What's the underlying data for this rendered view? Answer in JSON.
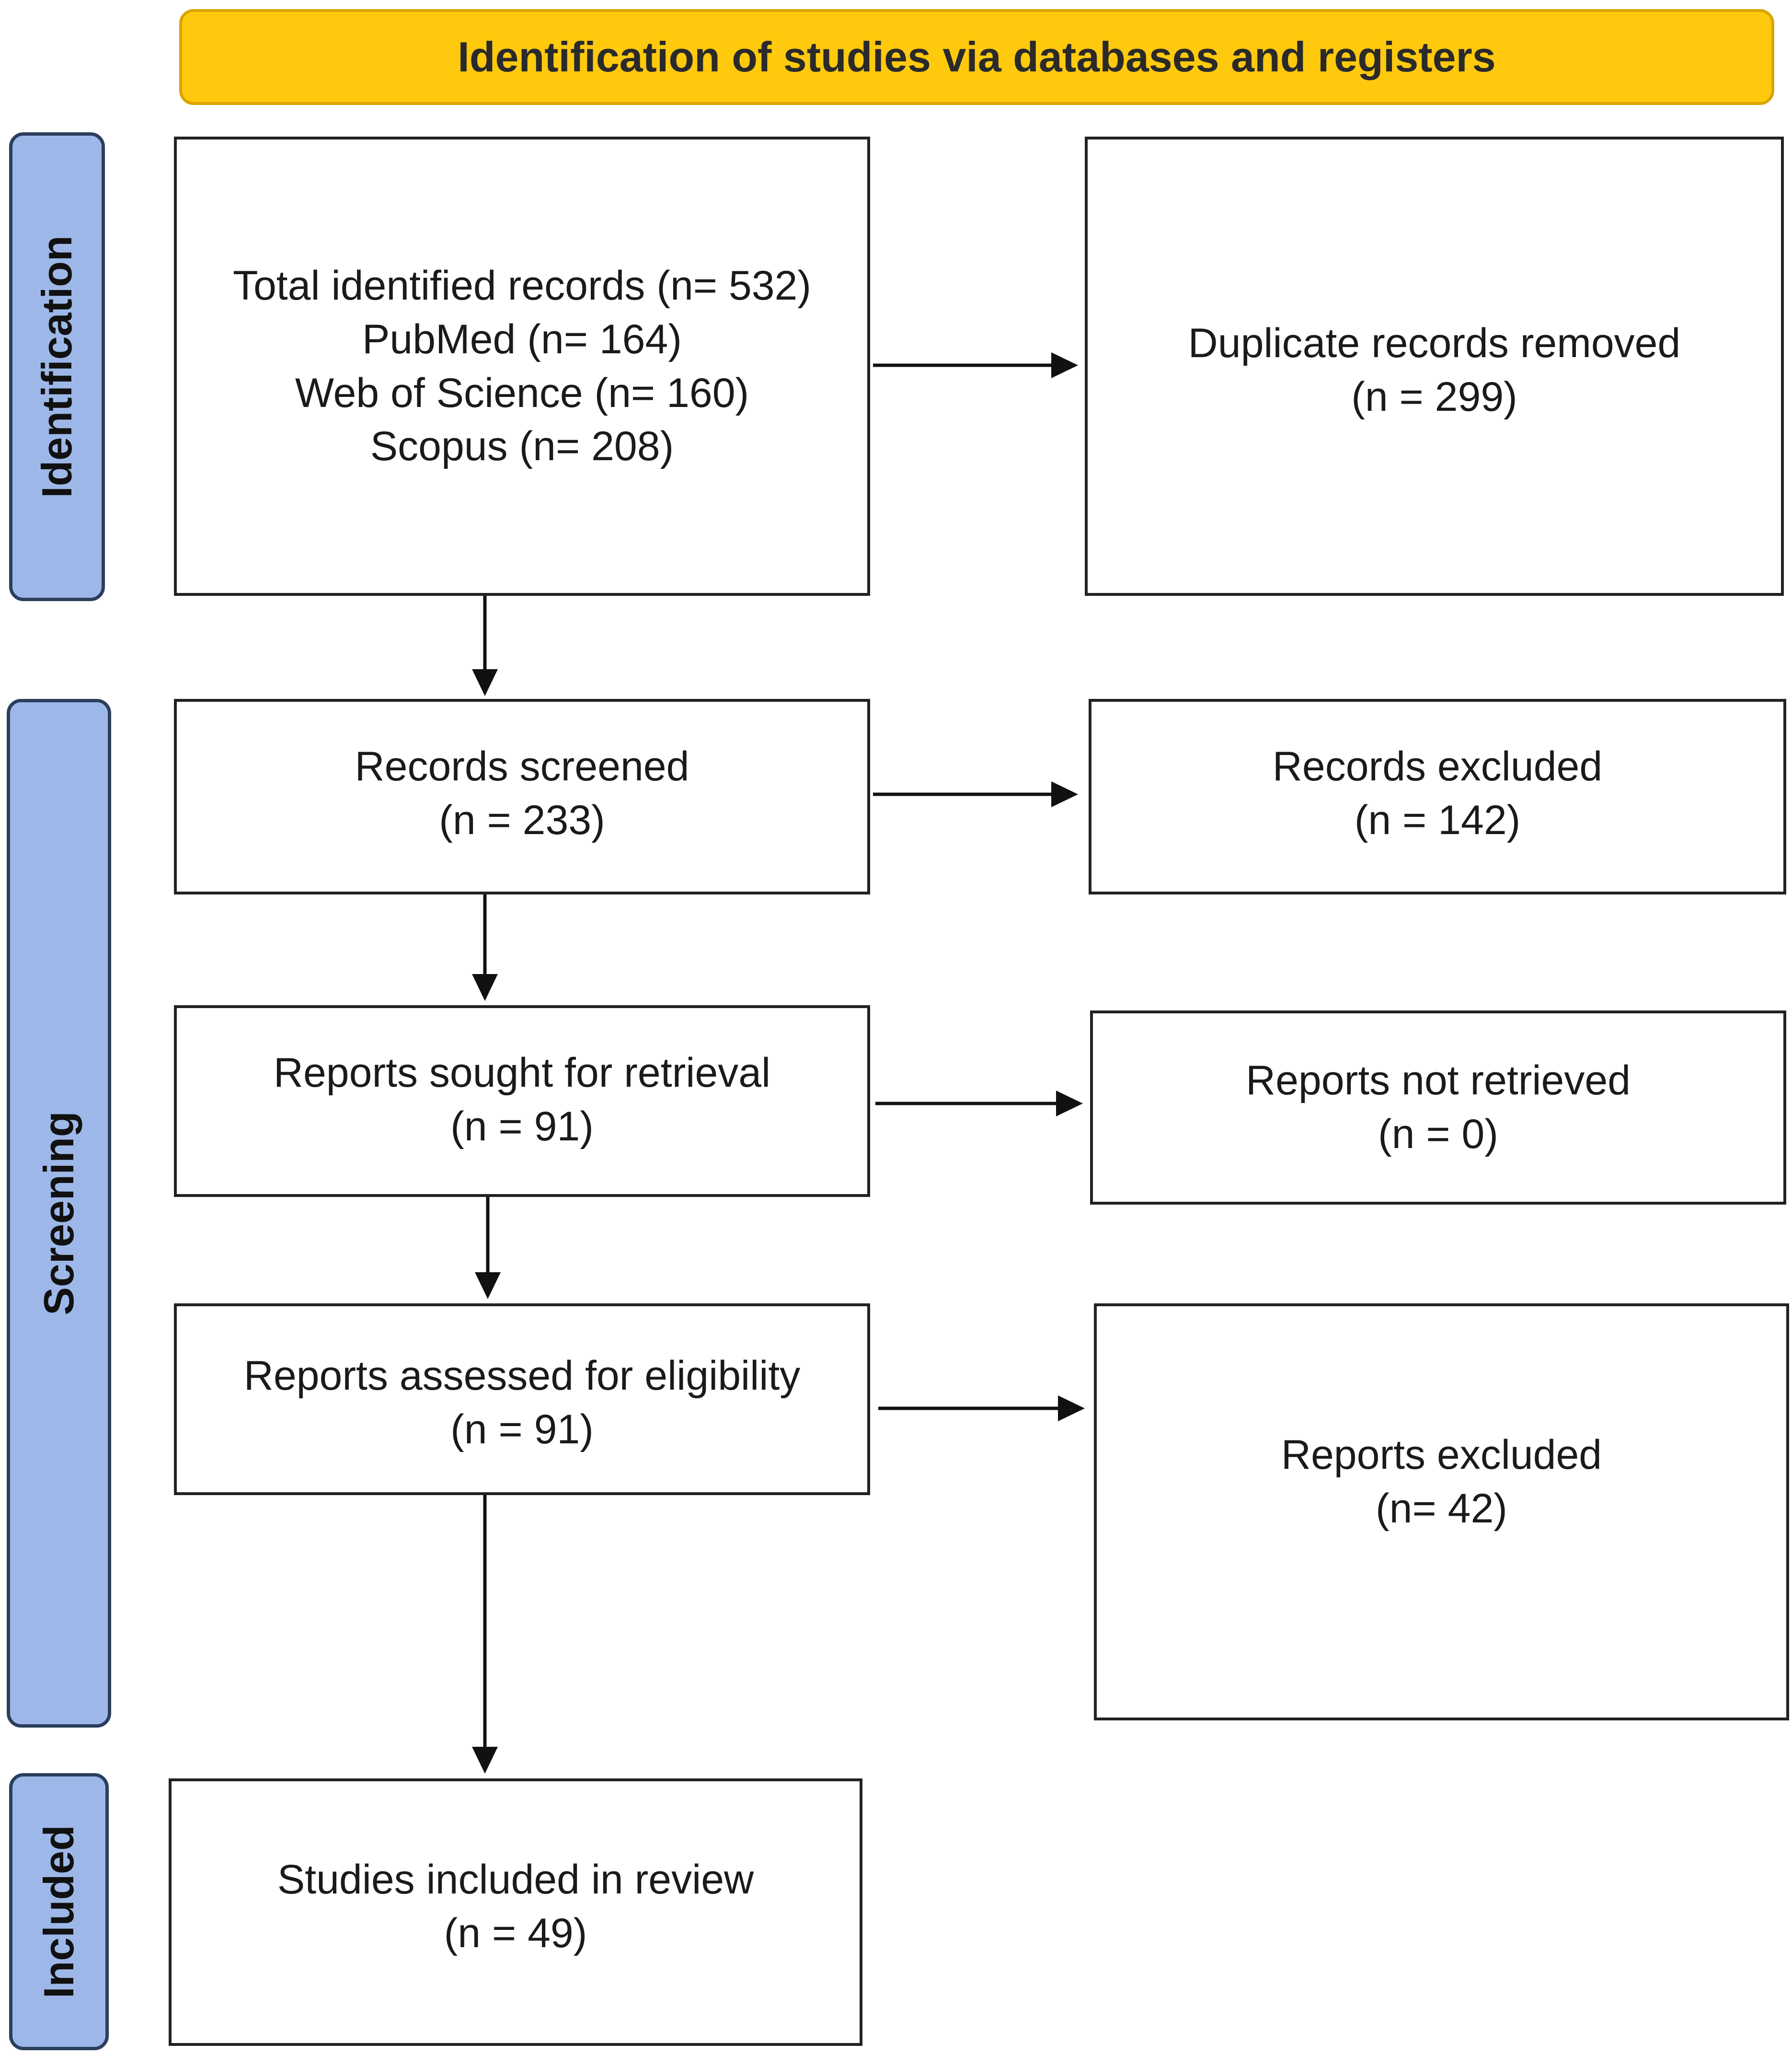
{
  "header": {
    "title": "Identification of studies via databases and registers"
  },
  "phases": {
    "identification": "Identification",
    "screening": "Screening",
    "included": "Included"
  },
  "boxes": {
    "identified": {
      "lines": [
        "Total identified records (n= 532)",
        "PubMed (n= 164)",
        "Web of Science (n= 160)",
        "Scopus (n= 208)"
      ]
    },
    "duplicates": {
      "lines": [
        "Duplicate records removed",
        "(n = 299)"
      ]
    },
    "screened": {
      "lines": [
        "Records screened",
        "(n = 233)"
      ]
    },
    "excluded": {
      "lines": [
        "Records excluded",
        "(n = 142)"
      ]
    },
    "sought": {
      "lines": [
        "Reports sought for retrieval",
        "(n = 91)"
      ]
    },
    "not_retrieved": {
      "lines": [
        "Reports not retrieved",
        "(n = 0)"
      ]
    },
    "assessed": {
      "lines": [
        "Reports assessed for eligibility",
        "(n = 91)"
      ]
    },
    "reports_excluded": {
      "lines": [
        "Reports excluded",
        "(n= 42)"
      ]
    },
    "included": {
      "lines": [
        "Studies included in review",
        "(n = 49)"
      ]
    }
  },
  "colors": {
    "header_fill": "#ffc90e",
    "phase_fill": "#9db8e8",
    "phase_border": "#2b3e5c",
    "box_border": "#222222"
  }
}
